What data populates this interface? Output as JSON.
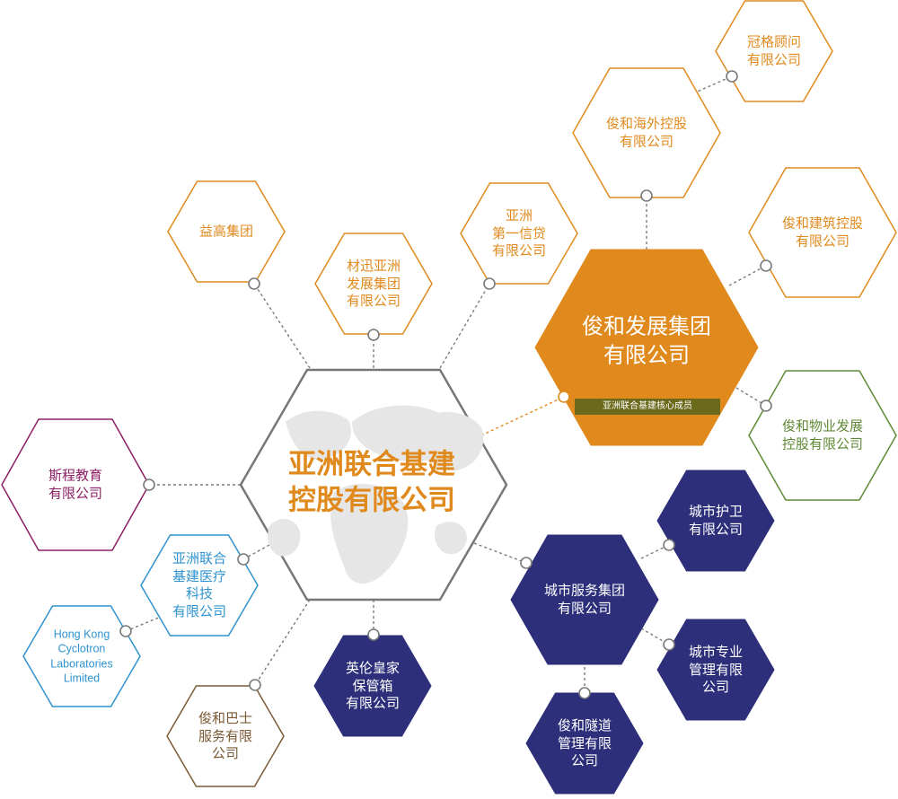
{
  "center": {
    "name": "亚洲联合基建\n控股有限公司",
    "color": "#e08a1e"
  },
  "core_group": {
    "name": "俊和发展集团\n有限公司",
    "badge": "亚洲联合基建核心成员",
    "fill": "#e08a1e",
    "badge_color": "#6b6a1b"
  },
  "companies": {
    "yigao": "益高集团",
    "caixun": "材迅亚洲\n发展集团\n有限公司",
    "asia_first_credit": "亚洲\n第一信贷\n有限公司",
    "siheng_edu": "斯程教育\n有限公司",
    "medical": "亚洲联合\n基建医疗\n科技\n有限公司",
    "cyclotron": "Hong Kong\nCyclotron\nLaboratories\nLimited",
    "bus": "俊和巴士\n服务有限\n公司",
    "vault": "英伦皇家\n保管箱\n有限公司",
    "overseas": "俊和海外控股\n有限公司",
    "guange": "冠格顾问\n有限公司",
    "construction": "俊和建筑控股\n有限公司",
    "property": "俊和物业发展\n控股有限公司",
    "city_services": "城市服务集团\n有限公司",
    "city_guard": "城市护卫\n有限公司",
    "city_management": "城市专业\n管理有限\n公司",
    "tunnel": "俊和隧道\n管理有限\n公司"
  },
  "colors": {
    "orange": "#e08a1e",
    "purple": "#8c1f66",
    "blue": "#2f93cf",
    "brown": "#7a5a35",
    "navy": "#2d2f7a",
    "green": "#5f8a35",
    "gray": "#7a7a7a"
  }
}
